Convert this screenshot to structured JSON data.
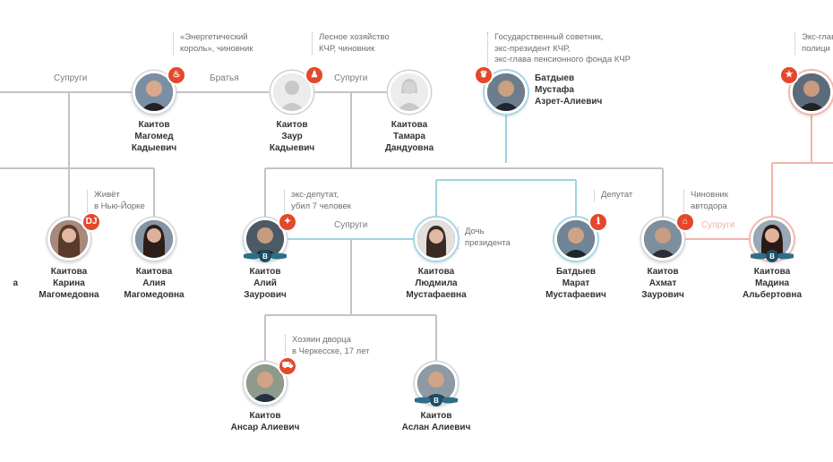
{
  "relations": {
    "spouses_1": "Супруги",
    "brothers": "Братья",
    "spouses_2": "Супруги",
    "spouses_3": "Супруги",
    "spouses_4": "Супруги"
  },
  "notes": {
    "magomed": [
      "«Энергетический",
      "король», чиновник"
    ],
    "zaur": [
      "Лесное хозяйство",
      "КЧР, чиновник"
    ],
    "mustafa": [
      "Государственный советник,",
      "экс-президент КЧР,",
      "экс-глава пенсионного фонда КЧР"
    ],
    "right_edge": [
      "Экс-глава",
      "полици"
    ],
    "karina": [
      "Живёт",
      "в Нью-Йорке"
    ],
    "aliy": [
      "экс-депутат,",
      "убил 7 человек"
    ],
    "lyudmila": [
      "Дочь",
      "президента"
    ],
    "marat": [
      "Депутат"
    ],
    "akhmat": [
      "Чиновник",
      "автодора"
    ],
    "ansar": [
      "Хозяин дворца",
      "в Черкесске, 17 лет"
    ]
  },
  "people": {
    "magomed": [
      "Каитов",
      "Магомед",
      "Кадыевич"
    ],
    "zaur": [
      "Каитов",
      "Заур",
      "Кадыевич"
    ],
    "tamara": [
      "Каитова",
      "Тамара",
      "Дандуовна"
    ],
    "mustafa": [
      "Батдыев",
      "Мустафа",
      "Азрет-Алиевич"
    ],
    "left_edge": [
      "а"
    ],
    "karina": [
      "Каитова",
      "Карина",
      "Магомедовна"
    ],
    "aliya": [
      "Каитова",
      "Алия",
      "Магомедовна"
    ],
    "aliy": [
      "Каитов",
      "Алий",
      "Заурович"
    ],
    "lyudmila": [
      "Каитова",
      "Людмила",
      "Мустафаевна"
    ],
    "marat": [
      "Батдыев",
      "Марат",
      "Мустафаевич"
    ],
    "akhmat": [
      "Каитов",
      "Ахмат",
      "Заурович"
    ],
    "madina": [
      "Каитова",
      "Мадина",
      "Альбертовна"
    ],
    "ansar": [
      "Каитов",
      "Ансар Алиевич"
    ],
    "aslan": [
      "Каитов",
      "Аслан Алиевич"
    ]
  },
  "badges": {
    "magomed": "flame-icon",
    "zaur": "bell-icon",
    "mustafa": "crown-icon",
    "right_edge": "star-icon",
    "karina": "DJ",
    "aliy": "gun-icon",
    "marat": "info-icon",
    "akhmat": "building-icon",
    "ansar": "car-icon",
    "bentley": "B"
  },
  "colors": {
    "connector_gray": "#c3c3c3",
    "connector_blue": "#9fd3e2",
    "connector_red": "#f3b3a8",
    "badge_red": "#e5472a"
  }
}
